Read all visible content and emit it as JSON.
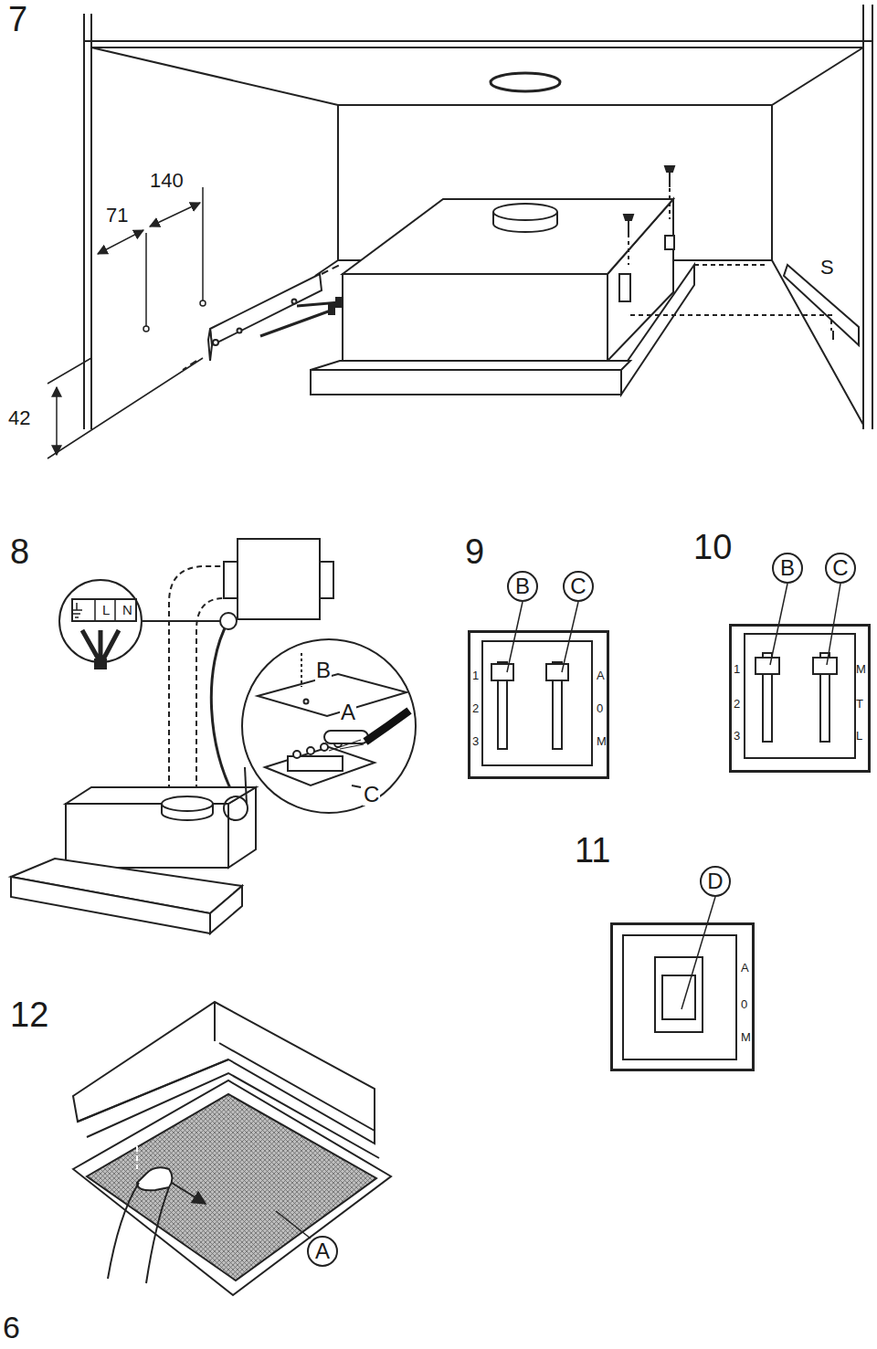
{
  "diagram": {
    "nodes": [
      {
        "text": [
          "L",
          "N"
        ]
      },
      {
        "text": [
          "B"
        ]
      },
      {
        "text": [
          "C"
        ]
      },
      {
        "text": [
          "1",
          "2",
          "3",
          "A",
          "0",
          "M"
        ]
      },
      {
        "text": [
          "B"
        ]
      },
      {
        "text": [
          "C"
        ]
      },
      {
        "text": [
          "1",
          "2",
          "3",
          "M",
          "T",
          "L"
        ]
      },
      {
        "text": [
          "D"
        ]
      },
      {
        "text": [
          "A",
          "0",
          "M"
        ]
      },
      {
        "text": [
          "A"
        ]
      }
    ],
    "labels": [
      "7",
      "140",
      "71",
      "S",
      "42",
      "8",
      "B",
      "A",
      "C",
      "9",
      "10",
      "11",
      "12",
      "6"
    ]
  }
}
